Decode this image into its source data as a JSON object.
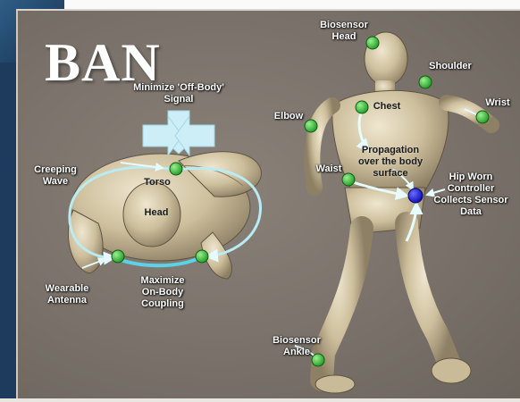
{
  "slide": {
    "title": "BAN",
    "colors": {
      "panel": "#7a726a",
      "node": "#35c43a",
      "controller": "#1010e0",
      "arrow": "#d8f3f8",
      "wave": "#6cd4ea"
    }
  },
  "labels": {
    "minimize_line1": "Minimize 'Off-Body'",
    "minimize_line2": "Signal",
    "creeping_line1": "Creeping",
    "creeping_line2": "Wave",
    "torso": "Torso",
    "head_top": "Head",
    "wearable_line1": "Wearable",
    "wearable_line2": "Antenna",
    "maximize_line1": "Maximize",
    "maximize_line2": "On-Body",
    "maximize_line3": "Coupling",
    "biosensor_head_line1": "Biosensor",
    "biosensor_head_line2": "Head",
    "shoulder": "Shoulder",
    "wrist": "Wrist",
    "elbow": "Elbow",
    "chest": "Chest",
    "propagation_line1": "Propagation",
    "propagation_line2": "over the body",
    "propagation_line3": "surface",
    "waist": "Waist",
    "hip_line1": "Hip Worn",
    "hip_line2": "Controller",
    "hip_line3": "Collects Sensor",
    "hip_line4": "Data",
    "biosensor_ankle_line1": "Biosensor",
    "biosensor_ankle_line2": "Ankle"
  }
}
